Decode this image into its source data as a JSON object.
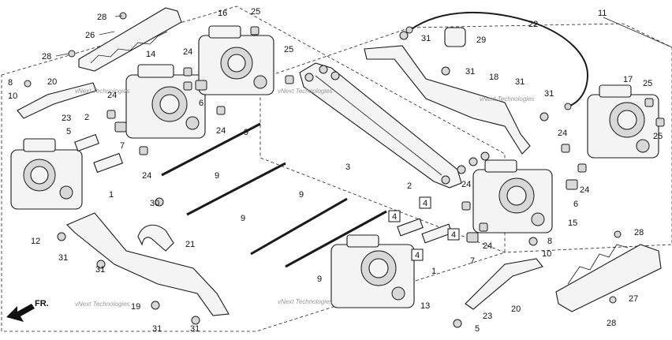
{
  "callouts": {
    "c1a": "1",
    "c1b": "1",
    "c2a": "2",
    "c2b": "2",
    "c3": "3",
    "c4a": "4",
    "c4b": "4",
    "c4c": "4",
    "c4d": "4",
    "c5a": "5",
    "c5b": "5",
    "c6a": "6",
    "c6b": "6",
    "c7a": "7",
    "c7b": "7",
    "c8a": "8",
    "c8b": "8",
    "c9a": "9",
    "c9b": "9",
    "c9c": "9",
    "c9d": "9",
    "c9e": "9",
    "c10a": "10",
    "c10b": "10",
    "c11": "11",
    "c12": "12",
    "c13": "13",
    "c14": "14",
    "c15": "15",
    "c16": "16",
    "c17": "17",
    "c18": "18",
    "c19": "19",
    "c20a": "20",
    "c20b": "20",
    "c21": "21",
    "c22": "22",
    "c23a": "23",
    "c23b": "23",
    "c24a": "24",
    "c24b": "24",
    "c24c": "24",
    "c24d": "24",
    "c24e": "24",
    "c24f": "24",
    "c24g": "24",
    "c25a": "25",
    "c25b": "25",
    "c25c": "25",
    "c25d": "25",
    "c26": "26",
    "c27": "27",
    "c28a": "28",
    "c28b": "28",
    "c28c": "28",
    "c28d": "28",
    "c29": "29",
    "c30": "30",
    "c31a": "31",
    "c31b": "31",
    "c31c": "31",
    "c31d": "31",
    "c31e": "31",
    "c31f": "31",
    "c31g": "31",
    "c31h": "31"
  },
  "front_label": "FR.",
  "watermark": "vNext Technologies"
}
